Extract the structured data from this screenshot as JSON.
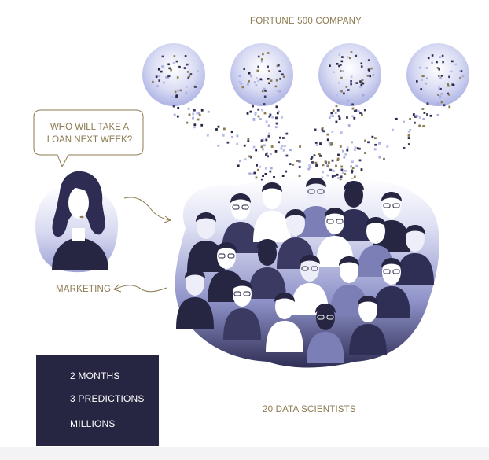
{
  "labels": {
    "company": "FORTUNE 500 COMPANY",
    "marketing": "MARKETING",
    "scientists": "20 DATA SCIENTISTS"
  },
  "speech_bubble": {
    "line1": "WHO WILL TAKE A",
    "line2": "LOAN NEXT WEEK?"
  },
  "stats": [
    {
      "icon": "clock-icon",
      "text": "2 MONTHS"
    },
    {
      "icon": "bar-chart-icon",
      "text": "3 PREDICTIONS"
    },
    {
      "icon": "dollar-icon",
      "text": "MILLIONS"
    }
  ],
  "colors": {
    "navy": "#262542",
    "gold": "#8c7a50",
    "lavender": "#c3c7ee",
    "periwinkle": "#7b7fb6",
    "blob_dark": "#3b3a63"
  },
  "data_circle_count": 4,
  "scientist_count": 20
}
